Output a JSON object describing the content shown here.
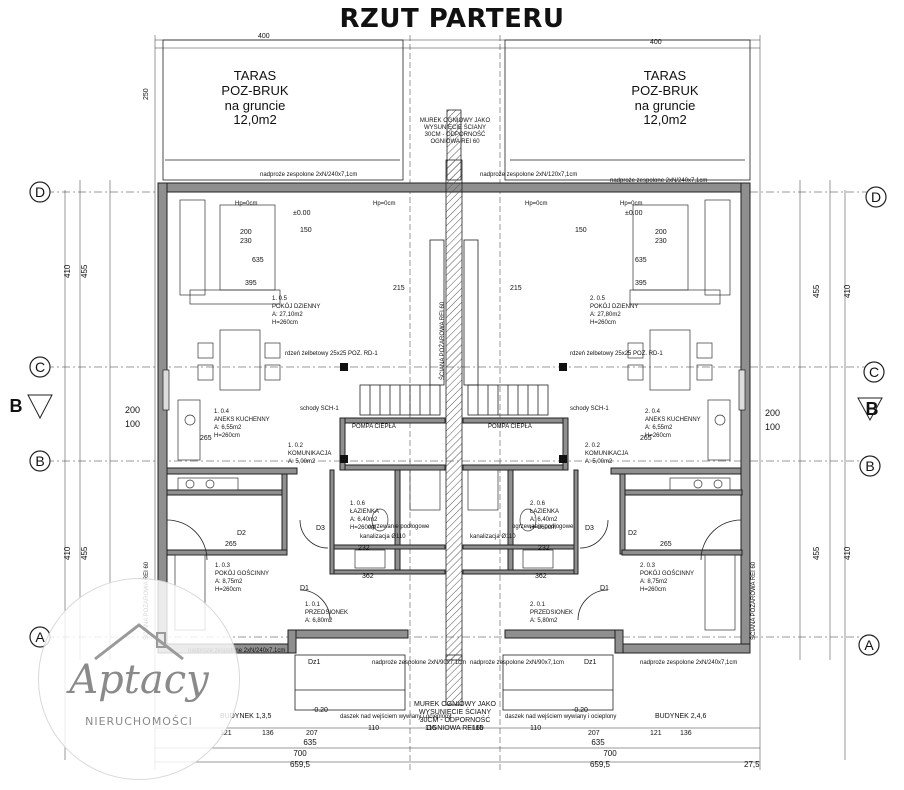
{
  "title": "RZUT PARTERU",
  "terrace": {
    "line1": "TARAS",
    "line2": "POZ-BRUK",
    "line3": "na gruncie",
    "line4": "12,0m2"
  },
  "axes": [
    "A",
    "B",
    "C",
    "D"
  ],
  "section_mark": "B",
  "wall_note_top": [
    "MUREK OGNIOWY JAKO",
    "WYSUNIĘCIE ŚCIANY",
    "30CM - ODPORNOŚĆ",
    "OGNIOWA REI 60"
  ],
  "wall_note_bottom": [
    "MUREK OGNIOWY JAKO",
    "WYSUNIĘCIE ŚCIANY",
    "30CM - ODPORNOŚĆ",
    "OGNIOWA REI 60"
  ],
  "firewall_label": "ŚCIANA POŻAROWA REI 60",
  "lintels": {
    "top_left": "nadproże zespolone 2xN/240x7,1cm",
    "top_mid": "nadproże zespolone 2xN/120x7,1cm",
    "bottom_left": "nadproże zespolone 2xN/90x7,1cm",
    "bottom_right": "nadproże zespolone 2xN/240x7,1cm"
  },
  "rooms_left": {
    "living": [
      "1. 0.5",
      "POKÓJ DZIENNY",
      "A: 27,10m2",
      "H=260cm"
    ],
    "kitchen": [
      "1. 0.4",
      "ANEKS KUCHENNY",
      "A: 6,55m2",
      "H=260cm"
    ],
    "corridor": [
      "1. 0.2",
      "KOMUNIKACJA",
      "A: 5,00m2"
    ],
    "bathroom": [
      "1. 0.6",
      "ŁAZIENKA",
      "A: 6,40m2",
      "H=260cm"
    ],
    "guest": [
      "1. 0.3",
      "POKÓJ GOŚCINNY",
      "A: 8,75m2",
      "H=260cm"
    ],
    "hall": [
      "1. 0.1",
      "PRZEDSIONEK",
      "A: 6,80m2"
    ],
    "boiler": "POMPA CIEPŁA",
    "stairs": "schody SCH-1",
    "building": "BUDYNEK 1,3,5"
  },
  "rooms_right": {
    "living": [
      "2. 0.5",
      "POKÓJ DZIENNY",
      "A: 27,80m2",
      "H=260cm"
    ],
    "kitchen": [
      "2. 0.4",
      "ANEKS KUCHENNY",
      "A: 6,55m2",
      "H=260cm"
    ],
    "corridor": [
      "2. 0.2",
      "KOMUNIKACJA",
      "A: 5,00m2"
    ],
    "bathroom": [
      "2. 0.6",
      "ŁAZIENKA",
      "A: 6,40m2",
      "H=260cm"
    ],
    "guest": [
      "2. 0.3",
      "POKÓJ GOŚCINNY",
      "A: 8,75m2",
      "H=260cm"
    ],
    "hall": [
      "2. 0.1",
      "PRZEDSIONEK",
      "A: 5,80m2"
    ],
    "boiler": "POMPA CIEPŁA",
    "stairs": "schody SCH-1",
    "building": "BUDYNEK 2,4,6"
  },
  "dimensions": {
    "overall": "700",
    "half": "659,5",
    "sub": "635",
    "edge": "27,5",
    "h410": "410",
    "h455": "455",
    "h200": "200",
    "h100": "100",
    "w230": "230",
    "w200": "200",
    "w265": "265",
    "w395": "395",
    "w150": "150",
    "w400": "400",
    "w250": "250",
    "w215": "215",
    "w232": "232",
    "w362": "362",
    "w121": "121",
    "w136": "136",
    "w207": "207",
    "w110": "110",
    "w115": "115"
  },
  "door_tags": [
    "D1",
    "D2",
    "D3",
    "Dz1"
  ],
  "misc": {
    "pillar": "rdzeń żelbetowy 25x25 POZ. RD-1",
    "heating": "ogrzewanie podłogowe",
    "sewer": "kanalizacja Ø110",
    "canopy": "daszek nad wejściem wywiany i ocieplony",
    "zero": "±0.00",
    "minus": "-0.20",
    "hp": "Hp=0cm"
  },
  "watermark": {
    "script": "Aptacy",
    "sub": "NIERUCHOMOŚCI"
  }
}
